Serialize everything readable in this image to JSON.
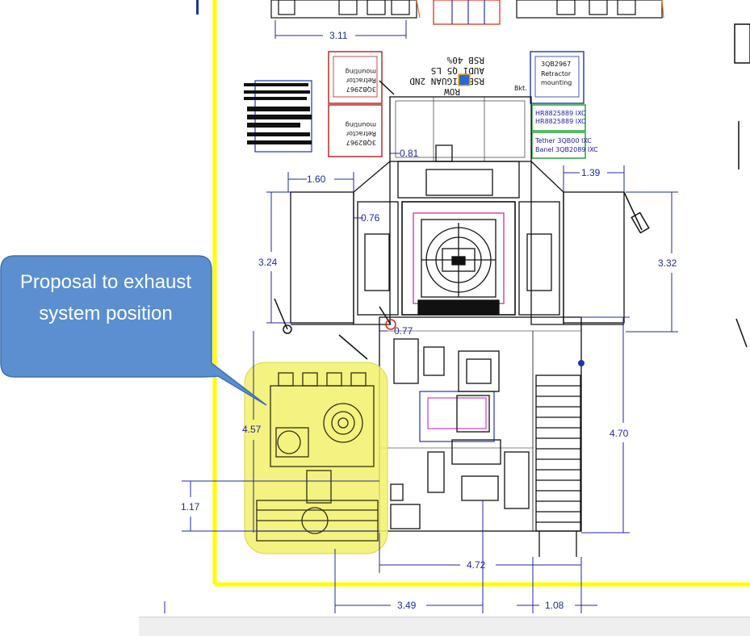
{
  "callout": {
    "text": "Proposal to exhaust system position",
    "fill": "#5b8fd0",
    "stroke": "#3f6fae"
  },
  "highlight": {
    "color": "#f2f06a"
  },
  "frame": {
    "color": "#ffff00"
  },
  "drawing_color": "#1f2a9c",
  "dimensions": {
    "top_311": "3.11",
    "left_160": "1.60",
    "right_139": "1.39",
    "center_081": "0.81",
    "center_076": "0.76",
    "left_324": "3.24",
    "right_332": "3.32",
    "center_077": "0.77",
    "left_457": "4.57",
    "right_470": "4.70",
    "left_117": "1.17",
    "bottom_472": "4.72",
    "bottom_349": "3.49",
    "bottom_108": "1.08"
  },
  "labels": {
    "row": "ROW",
    "rsb_tiguan": "RSB TIGUAN 2ND",
    "rsb_40": "RSB 40%",
    "audi": "AUDI Q5 LS",
    "bkt": "Bkt.",
    "retractor_top_id": "3QB2967",
    "retractor_top_l1": "Retractor",
    "retractor_top_l2": "mounting",
    "green_1_l1": "HR8825889 IXC",
    "green_1_l2": "HR8825889 IXC",
    "green_2_l1": "Tether 3QB00 IXC",
    "green_2_l2": "Banel 3QB2089 IXC",
    "left_retractor_id": "3QB2967",
    "left_retractor_l1": "Retractor",
    "left_retractor_l2": "mounting",
    "left_retractor2_id": "3QB2967",
    "left_retractor2_l1": "Retractor",
    "left_retractor2_l2": "mounting"
  }
}
